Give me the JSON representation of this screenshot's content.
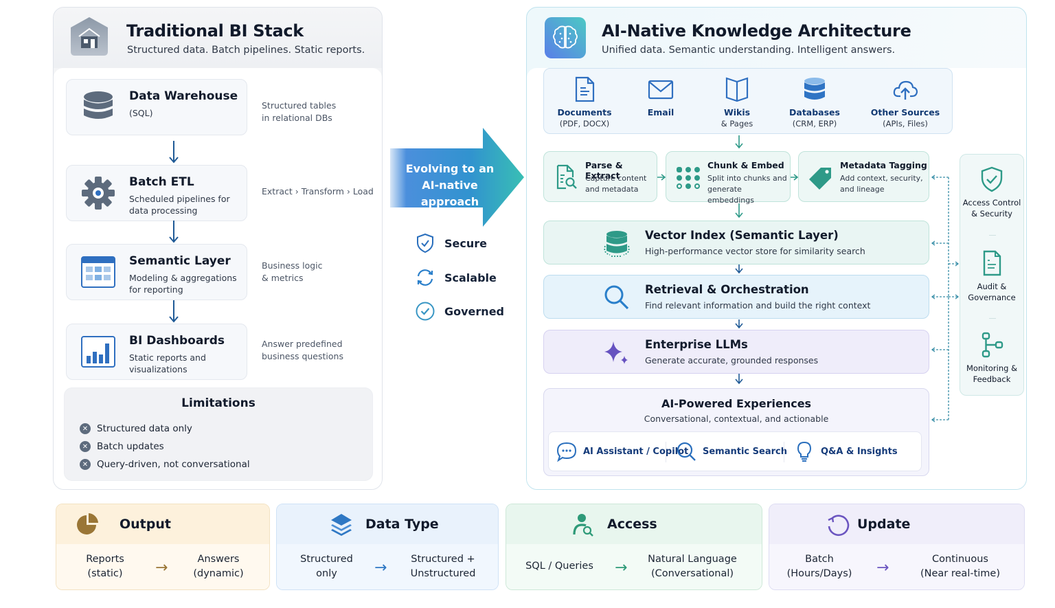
{
  "left": {
    "title": "Traditional BI Stack",
    "subtitle": "Structured data. Batch pipelines. Static reports.",
    "icon": "house-icon",
    "cards": [
      {
        "icon": "database-icon",
        "title": "Data Warehouse",
        "sub": "(SQL)",
        "note_l1": "Structured tables",
        "note_l2": "in relational DBs"
      },
      {
        "icon": "gear-icon",
        "title": "Batch ETL",
        "sub": "Scheduled pipelines for data processing",
        "note_l1": "Extract › Transform › Load",
        "note_l2": ""
      },
      {
        "icon": "table-grid-icon",
        "title": "Semantic Layer",
        "sub": "Modeling & aggregations for reporting",
        "note_l1": "Business logic",
        "note_l2": "& metrics"
      },
      {
        "icon": "bar-chart-icon",
        "title": "BI Dashboards",
        "sub": "Static reports and visualizations",
        "note_l1": "Answer predefined",
        "note_l2": "business questions"
      }
    ],
    "limitations": {
      "title": "Limitations",
      "items": [
        "Structured data only",
        "Batch updates",
        "Query-driven, not conversational"
      ]
    }
  },
  "middle": {
    "arrow_label_l1": "Evolving to an",
    "arrow_label_l2": "AI-native approach",
    "properties": [
      {
        "icon": "shield-check-icon",
        "label": "Secure"
      },
      {
        "icon": "refresh-icon",
        "label": "Scalable"
      },
      {
        "icon": "check-circle-icon",
        "label": "Governed"
      }
    ]
  },
  "right": {
    "title": "AI-Native Knowledge Architecture",
    "subtitle": "Unified data. Semantic understanding. Intelligent answers.",
    "icon": "brain-icon",
    "sources": [
      {
        "icon": "document-icon",
        "title": "Documents",
        "sub": "(PDF, DOCX)"
      },
      {
        "icon": "email-icon",
        "title": "Email",
        "sub": ""
      },
      {
        "icon": "book-icon",
        "title": "Wikis",
        "sub": "& Pages"
      },
      {
        "icon": "database-icon",
        "title": "Databases",
        "sub": "(CRM, ERP)"
      },
      {
        "icon": "cloud-upload-icon",
        "title": "Other Sources",
        "sub": "(APIs, Files)"
      }
    ],
    "transforms": [
      {
        "icon": "doc-search-icon",
        "title": "Parse & Extract",
        "sub_l1": "Capture content",
        "sub_l2": "and metadata"
      },
      {
        "icon": "dots-grid-icon",
        "title": "Chunk & Embed",
        "sub_l1": "Split into chunks and",
        "sub_l2": "generate embeddings"
      },
      {
        "icon": "tag-icon",
        "title": "Metadata Tagging",
        "sub_l1": "Add context, security,",
        "sub_l2": "and lineage"
      }
    ],
    "layers": [
      {
        "icon": "vector-db-icon",
        "title": "Vector Index (Semantic Layer)",
        "sub": "High-performance vector store for similarity search"
      },
      {
        "icon": "search-icon",
        "title": "Retrieval & Orchestration",
        "sub": "Find relevant information and build the right context"
      },
      {
        "icon": "sparkle-icon",
        "title": "Enterprise LLMs",
        "sub": "Generate accurate, grounded responses"
      }
    ],
    "experiences": {
      "title": "AI-Powered Experiences",
      "sub": "Conversational, contextual, and actionable",
      "items": [
        {
          "icon": "chat-bubble-icon",
          "label": "AI Assistant / Copilot"
        },
        {
          "icon": "search-icon",
          "label": "Semantic Search"
        },
        {
          "icon": "lightbulb-icon",
          "label": "Q&A & Insights"
        }
      ]
    },
    "governance": [
      {
        "icon": "shield-check-icon",
        "l1": "Access Control",
        "l2": "& Security"
      },
      {
        "icon": "audit-doc-icon",
        "l1": "Audit &",
        "l2": "Governance"
      },
      {
        "icon": "flow-icon",
        "l1": "Monitoring &",
        "l2": "Feedback"
      }
    ]
  },
  "comparison": [
    {
      "icon": "pie-chart-icon",
      "title": "Output",
      "from_l1": "Reports",
      "from_l2": "(static)",
      "to_l1": "Answers",
      "to_l2": "(dynamic)",
      "accent": "#9a7636"
    },
    {
      "icon": "layers-icon",
      "title": "Data Type",
      "from_l1": "Structured",
      "from_l2": "only",
      "to_l1": "Structured +",
      "to_l2": "Unstructured",
      "accent": "#2f78c4"
    },
    {
      "icon": "user-search-icon",
      "title": "Access",
      "from_l1": "SQL / Queries",
      "from_l2": "",
      "to_l1": "Natural Language",
      "to_l2": "(Conversational)",
      "accent": "#2e9a78"
    },
    {
      "icon": "cycle-icon",
      "title": "Update",
      "from_l1": "Batch",
      "from_l2": "(Hours/Days)",
      "to_l1": "Continuous",
      "to_l2": "(Near real-time)",
      "accent": "#6b55c0"
    }
  ],
  "colors": {
    "slate": "#5d6b7d",
    "blue": "#2f6fc0",
    "teal": "#2e9a88",
    "purple": "#6b55c0",
    "navy": "#123a73"
  }
}
